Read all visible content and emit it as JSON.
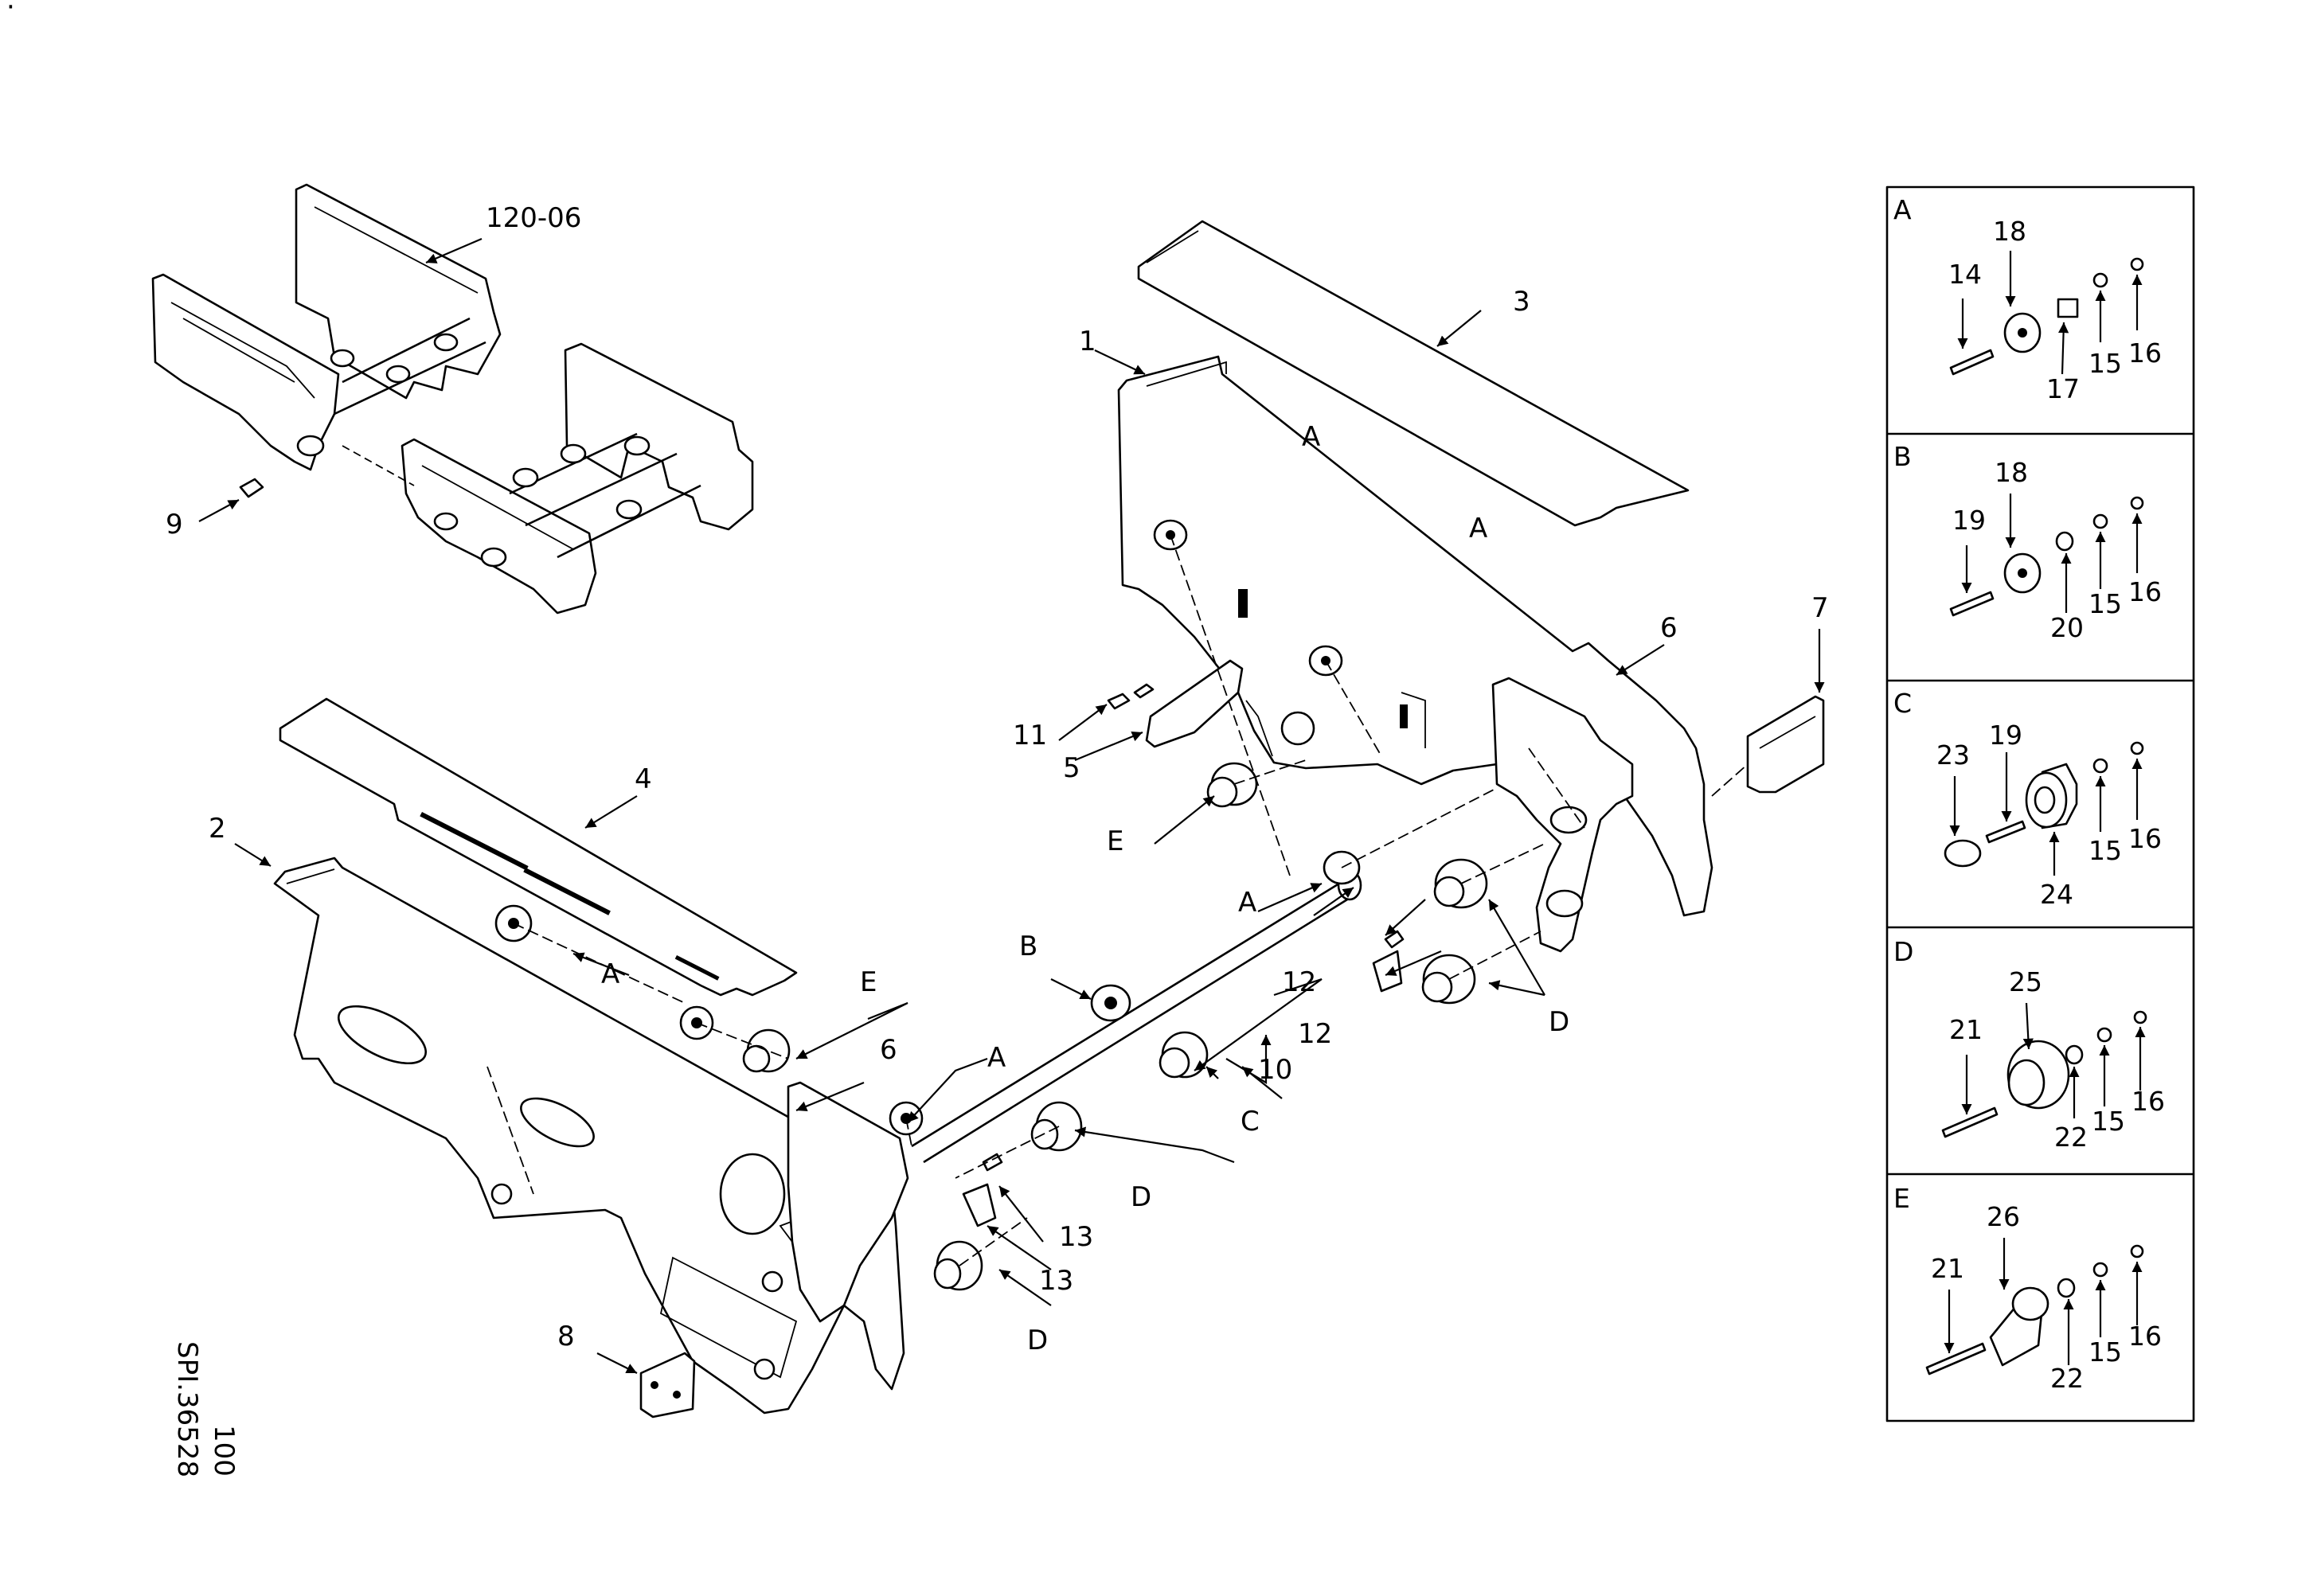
{
  "labels": {
    "ref_120_06": "120-06",
    "p1": "1",
    "p2": "2",
    "p3": "3",
    "p4": "4",
    "p5": "5",
    "p6a": "6",
    "p6b": "6",
    "p7": "7",
    "p8": "8",
    "p9": "9",
    "p10": "10",
    "p11": "11",
    "p12a": "12",
    "p12b": "12",
    "p13a": "13",
    "p13b": "13",
    "a1": "A",
    "a2": "A",
    "a3": "A",
    "a4": "A",
    "a5": "A",
    "b1": "B",
    "c1": "C",
    "d1": "D",
    "d2": "D",
    "d3": "D",
    "e1": "E",
    "e2": "E"
  },
  "code": {
    "line1": "100",
    "line2": "SPI.36528"
  },
  "insets": [
    {
      "letter": "A",
      "parts": [
        "14",
        "18",
        "17",
        "15",
        "16"
      ]
    },
    {
      "letter": "B",
      "parts": [
        "19",
        "18",
        "20",
        "15",
        "16"
      ]
    },
    {
      "letter": "C",
      "parts": [
        "23",
        "19",
        "24",
        "15",
        "16"
      ]
    },
    {
      "letter": "D",
      "parts": [
        "21",
        "25",
        "22",
        "15",
        "16"
      ]
    },
    {
      "letter": "E",
      "parts": [
        "21",
        "26",
        "22",
        "15",
        "16"
      ]
    }
  ],
  "corner_mark": "·"
}
